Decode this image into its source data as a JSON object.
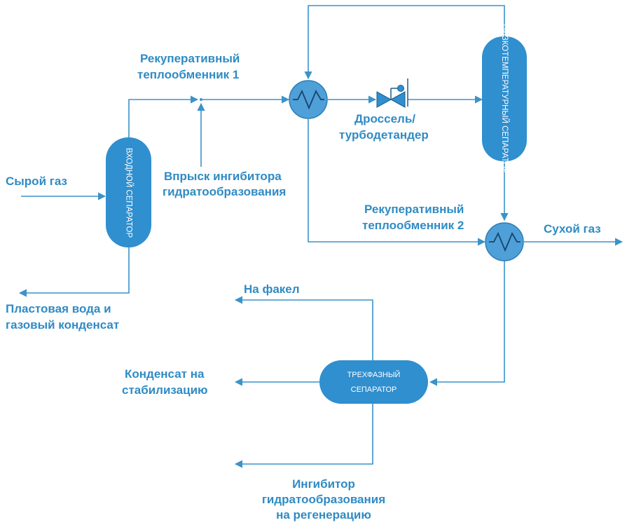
{
  "labels": {
    "raw_gas": "Сырой газ",
    "recup_hx1_line1": "Рекуперативный",
    "recup_hx1_line2": "теплообменник 1",
    "inhibitor_injection_line1": "Впрыск ингибитора",
    "inhibitor_injection_line2": "гидратообразования",
    "throttle_line1": "Дроссель/",
    "throttle_line2": "турбодетандер",
    "recup_hx2_line1": "Рекуперативный",
    "recup_hx2_line2": "теплообменник 2",
    "dry_gas": "Сухой газ",
    "water_condensate_line1": "Пластовая вода и",
    "water_condensate_line2": "газовый конденсат",
    "flare": "На факел",
    "condensate_stab_line1": "Конденсат на",
    "condensate_stab_line2": "стабилизацию",
    "inhibitor_regen_line1": "Ингибитор",
    "inhibitor_regen_line2": "гидратообразования",
    "inhibitor_regen_line3": "на регенерацию"
  },
  "vessels": {
    "inlet_separator": "ВХОДНОЙ СЕПАРАТОР",
    "lowtemp_separator": "НИЗКОТЕМПЕРАТУРНЫЙ СЕПАРАТОР",
    "threephase_line1": "ТРЕХФАЗНЫЙ",
    "threephase_line2": "СЕПАРАТОР"
  },
  "colors": {
    "pipe": "#3a93c9",
    "vessel": "#2f8fcf",
    "label": "#2f8bc4",
    "exchanger": "#4f9fd8"
  },
  "icons": {
    "heat_exchanger": "heat-exchanger-icon",
    "valve": "throttle-valve-icon"
  }
}
